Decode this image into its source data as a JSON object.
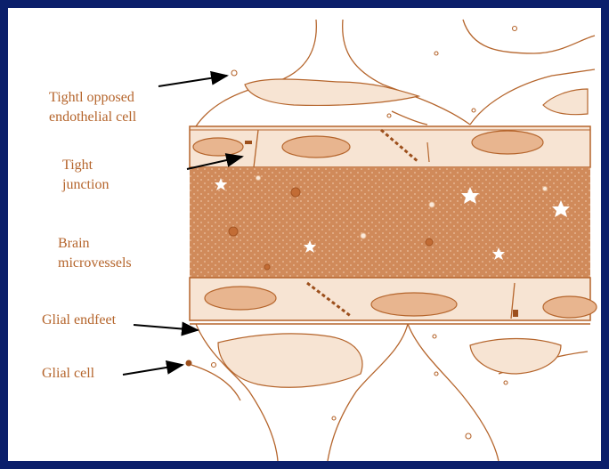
{
  "labels": {
    "opposed_cell_line1": "Tightl opposed",
    "opposed_cell_line2": "endothelial cell",
    "tight_junction_line1": "Tight",
    "tight_junction_line2": "junction",
    "brain_line1": "Brain",
    "brain_line2": "microvessels",
    "glial_endfeet": "Glial endfeet",
    "glial_cell": "Glial cell"
  },
  "colors": {
    "frame": "#0b1f6b",
    "outline": "#b5652c",
    "tissue_fill": "#f7e4d3",
    "vessel_fill": "#d08a5a",
    "nucleus_fill": "#e8b58f",
    "arrow": "#000000"
  }
}
